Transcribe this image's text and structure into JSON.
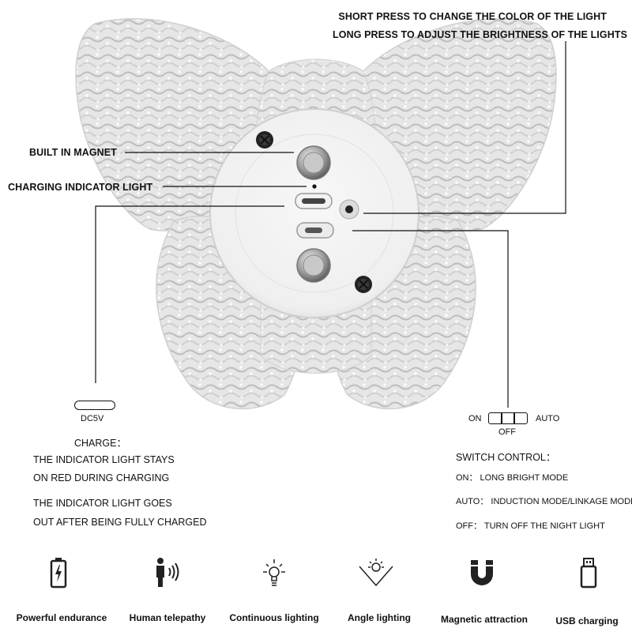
{
  "callouts": {
    "short_press": "SHORT PRESS TO CHANGE THE COLOR OF THE LIGHT",
    "long_press": "LONG PRESS TO ADJUST THE BRIGHTNESS OF THE LIGHTS",
    "built_in_magnet": "BUILT IN MAGNET",
    "charging_indicator": "CHARGING INDICATOR LIGHT"
  },
  "charge": {
    "port_label": "DC5V",
    "title": "CHARGE：",
    "line1": "THE INDICATOR LIGHT STAYS",
    "line2": "ON RED DURING CHARGING",
    "line3": "THE INDICATOR LIGHT GOES",
    "line4": "OUT AFTER BEING FULLY CHARGED"
  },
  "switch": {
    "on_label": "ON",
    "auto_label": "AUTO",
    "off_label": "OFF",
    "title": "SWITCH CONTROL：",
    "on_mode": "ON： LONG BRIGHT MODE",
    "auto_mode": "AUTO： INDUCTION MODE/LINKAGE MODE",
    "off_mode": "OFF： TURN OFF THE NIGHT LIGHT"
  },
  "features": [
    {
      "label": "Powerful endurance",
      "icon": "battery-icon"
    },
    {
      "label": "Human telepathy",
      "icon": "human-sensor-icon"
    },
    {
      "label": "Continuous lighting",
      "icon": "bulb-icon"
    },
    {
      "label": "Angle lighting",
      "icon": "angle-light-icon"
    },
    {
      "label": "Magnetic attraction",
      "icon": "magnet-icon"
    },
    {
      "label": "USB charging",
      "icon": "usb-icon"
    }
  ]
}
